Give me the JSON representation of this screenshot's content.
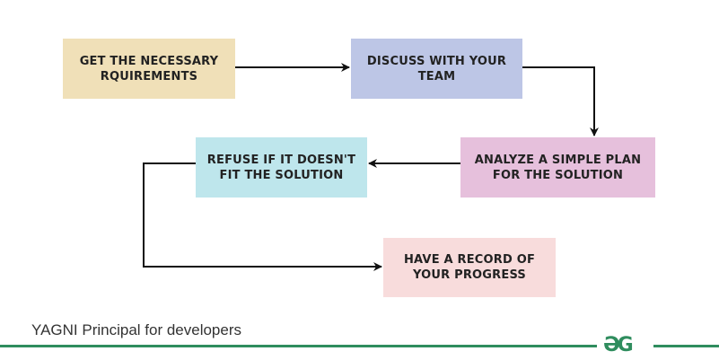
{
  "steps": [
    {
      "label": "GET THE NECESSARY RQUIREMENTS",
      "color": "#f0e0b8"
    },
    {
      "label": "DISCUSS WITH YOUR TEAM",
      "color": "#bdc6e6"
    },
    {
      "label": "ANALYZE A SIMPLE PLAN FOR THE SOLUTION",
      "color": "#e6c0dc"
    },
    {
      "label": "REFUSE IF IT DOESN'T FIT THE SOLUTION",
      "color": "#bee6ec"
    },
    {
      "label": "HAVE A RECORD OF YOUR PROGRESS",
      "color": "#f8dcdc"
    }
  ],
  "caption": "YAGNI Principal for developers",
  "logo": "ƏG",
  "accent": "#2f8d5e"
}
